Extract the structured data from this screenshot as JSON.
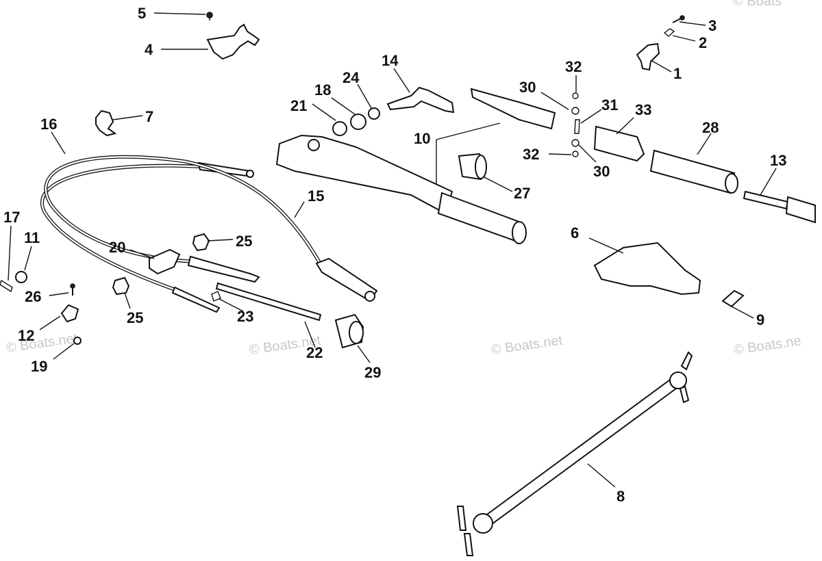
{
  "watermarks": {
    "top_right": "© Boats",
    "row": [
      "© Boats.net",
      "© Boats.net",
      "© Boats.net",
      "© Boats.ne"
    ]
  },
  "callouts": {
    "c1": "1",
    "c2": "2",
    "c3": "3",
    "c4": "4",
    "c5": "5",
    "c6": "6",
    "c7": "7",
    "c8": "8",
    "c9": "9",
    "c10": "10",
    "c11": "11",
    "c12": "12",
    "c13": "13",
    "c14": "14",
    "c15": "15",
    "c16": "16",
    "c17": "17",
    "c18": "18",
    "c19": "19",
    "c20": "20",
    "c21": "21",
    "c22": "22",
    "c23": "23",
    "c24": "24",
    "c25a": "25",
    "c25b": "25",
    "c26": "26",
    "c27": "27",
    "c28": "28",
    "c29": "29",
    "c30a": "30",
    "c30b": "30",
    "c31": "31",
    "c32a": "32",
    "c32b": "32",
    "c33": "33"
  }
}
